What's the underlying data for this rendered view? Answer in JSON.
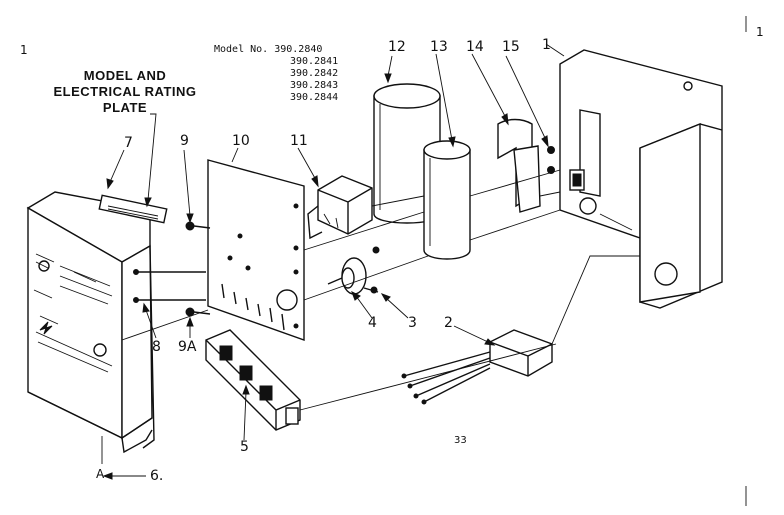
{
  "plate_label": {
    "line1": "MODEL AND",
    "line2": "ELECTRICAL RATING",
    "line3": "PLATE"
  },
  "model_numbers": {
    "prefix": "Model No.",
    "numbers": [
      "390.2840",
      "390.2841",
      "390.2842",
      "390.2843",
      "390.2844"
    ]
  },
  "part_labels": {
    "p1": "1",
    "p2": "2",
    "p3": "3",
    "p4": "4",
    "p5": "5",
    "p6": "6.",
    "p7": "7",
    "p8": "8",
    "p9": "9",
    "p9a": "9A",
    "p10": "10",
    "p11": "11",
    "p12": "12",
    "p13": "13",
    "p14": "14",
    "p15": "15"
  },
  "edge_marks": {
    "top_left": "1",
    "top_right": "1",
    "bottom": "A"
  },
  "drawing_code": "33"
}
